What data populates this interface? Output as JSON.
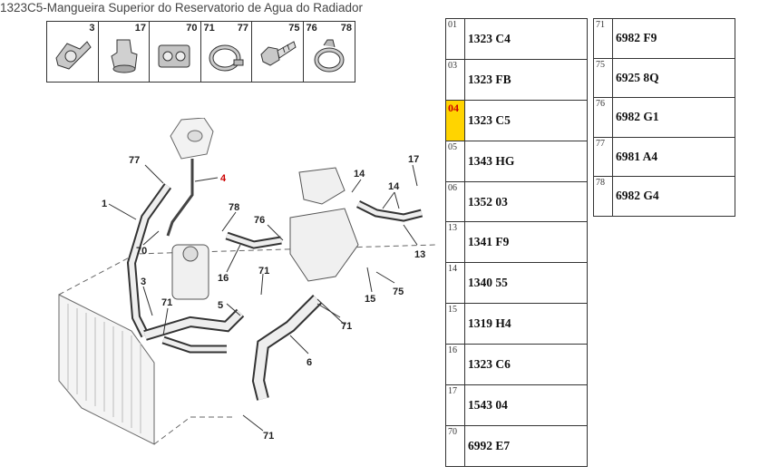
{
  "title": "1323C5-Mangueira Superior do Reservatorio de Agua do Radiador",
  "thumbnails": [
    {
      "left": "",
      "right": "3"
    },
    {
      "left": "",
      "right": "17"
    },
    {
      "left": "",
      "right": "70"
    },
    {
      "left": "71",
      "right": "77"
    },
    {
      "left": "",
      "right": "75"
    },
    {
      "left": "76",
      "right": "78"
    }
  ],
  "callouts": [
    "77",
    "4",
    "1",
    "14",
    "17",
    "14",
    "78",
    "76",
    "70",
    "13",
    "16",
    "71",
    "3",
    "15",
    "75",
    "71",
    "5",
    "71",
    "6",
    "71"
  ],
  "table_left": [
    {
      "key": "01",
      "value": "1323 C4"
    },
    {
      "key": "03",
      "value": "1323 FB"
    },
    {
      "key": "04",
      "value": "1323 C5",
      "highlight": true
    },
    {
      "key": "05",
      "value": "1343 HG"
    },
    {
      "key": "06",
      "value": "1352 03"
    },
    {
      "key": "13",
      "value": "1341 F9"
    },
    {
      "key": "14",
      "value": "1340 55"
    },
    {
      "key": "15",
      "value": "1319 H4"
    },
    {
      "key": "16",
      "value": "1323 C6"
    },
    {
      "key": "17",
      "value": "1543 04"
    },
    {
      "key": "70",
      "value": "6992 E7"
    }
  ],
  "table_right": [
    {
      "key": "71",
      "value": "6982 F9"
    },
    {
      "key": "75",
      "value": "6925 8Q"
    },
    {
      "key": "76",
      "value": "6982 G1"
    },
    {
      "key": "77",
      "value": "6981 A4"
    },
    {
      "key": "78",
      "value": "6982 G4"
    }
  ],
  "colors": {
    "highlight": "#ffd400",
    "highlight_text": "#cc0000",
    "callout_red": "#cc0000"
  }
}
